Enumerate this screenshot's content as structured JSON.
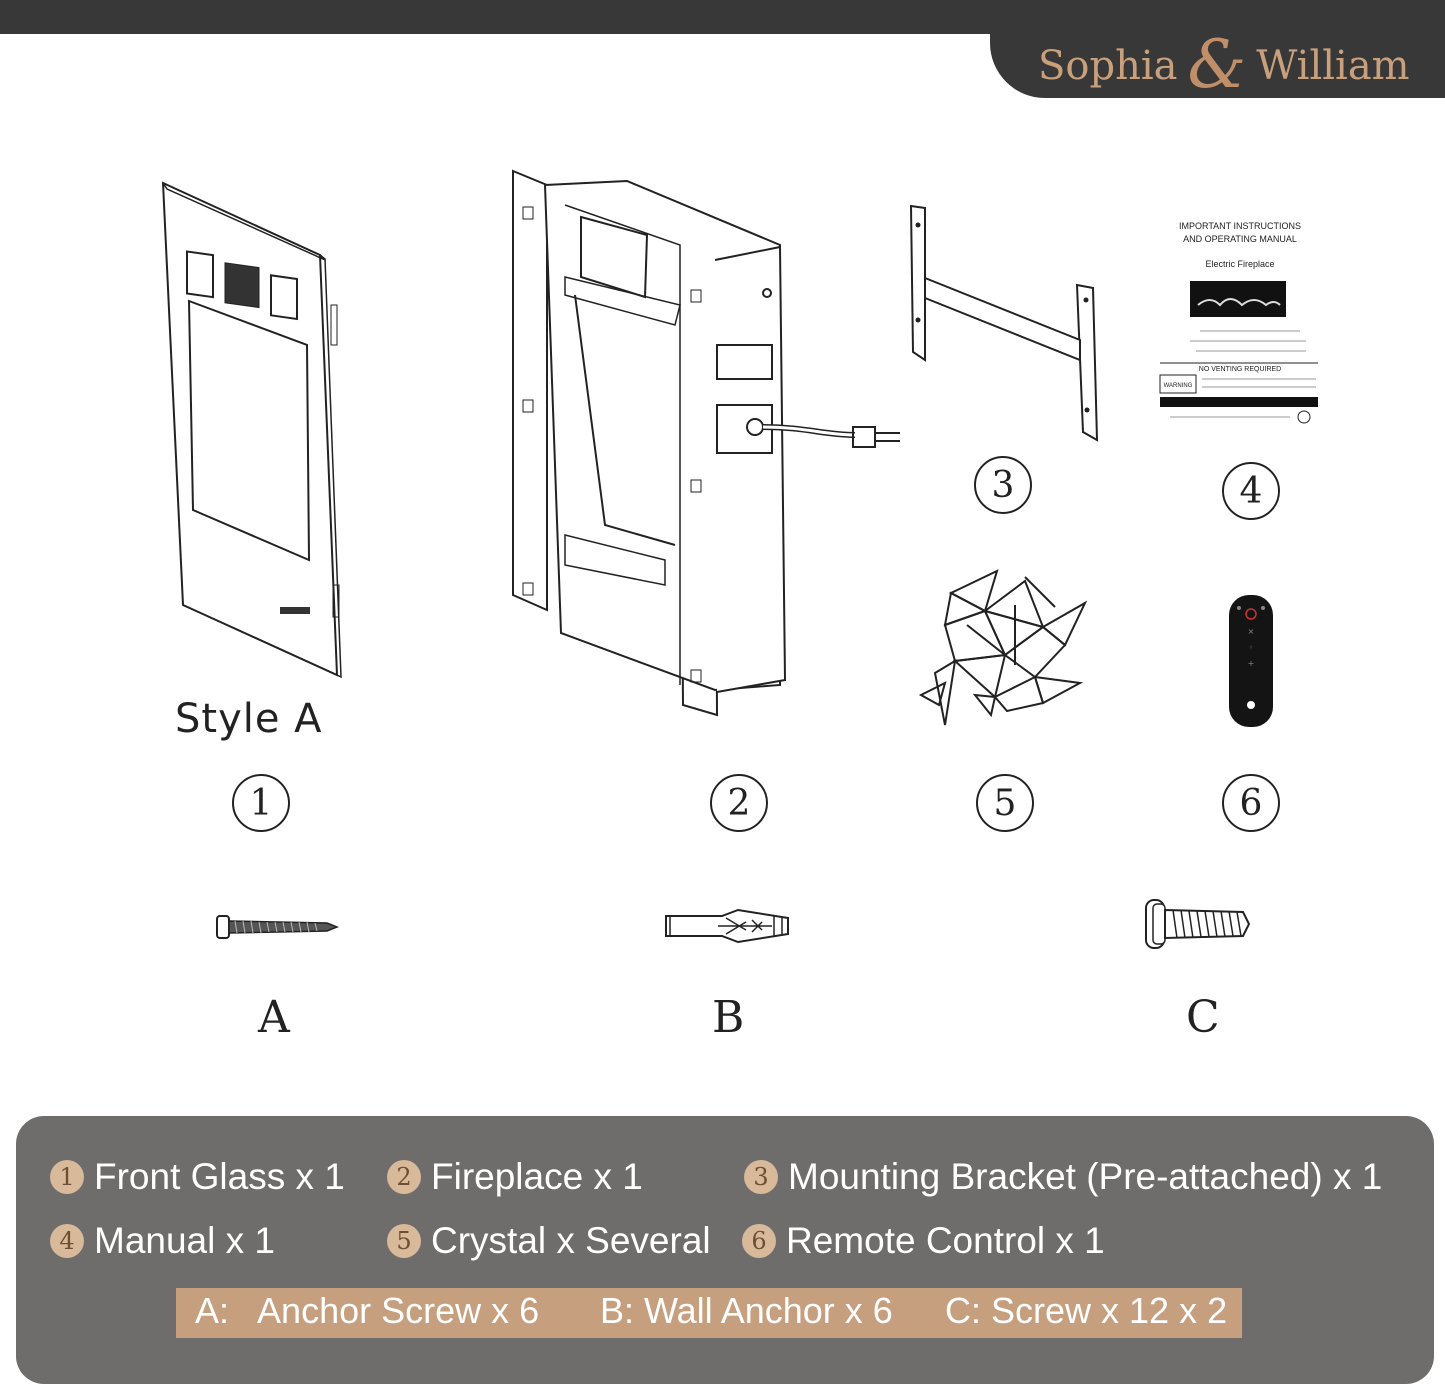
{
  "brand": {
    "left": "Sophia",
    "amp": "&",
    "right": "William"
  },
  "figure1": {
    "style_label": "Style A",
    "number": "1"
  },
  "figure2": {
    "number": "2"
  },
  "figure3": {
    "number": "3"
  },
  "figure4": {
    "number": "4",
    "manual_title1": "IMPORTANT INSTRUCTIONS",
    "manual_title2": "AND OPERATING MANUAL",
    "manual_subtitle": "Electric Fireplace",
    "manual_notice": "NO VENTING REQUIRED",
    "manual_warning": "WARNING"
  },
  "figure5": {
    "number": "5"
  },
  "figure6": {
    "number": "6"
  },
  "hardware": {
    "a_label": "A",
    "b_label": "B",
    "c_label": "C"
  },
  "legend": {
    "items": [
      {
        "marker": "1",
        "text": "Front Glass x 1"
      },
      {
        "marker": "2",
        "text": "Fireplace x 1"
      },
      {
        "marker": "3",
        "text": "Mounting Bracket (Pre-attached) x 1"
      },
      {
        "marker": "4",
        "text": "Manual x 1"
      },
      {
        "marker": "5",
        "text": "Crystal x Several"
      },
      {
        "marker": "6",
        "text": "Remote Control x 1"
      }
    ],
    "hardware": [
      {
        "text": "A:   Anchor Screw x 6"
      },
      {
        "text": "B: Wall Anchor x 6"
      },
      {
        "text": "C: Screw x 12 x 2"
      }
    ]
  },
  "colors": {
    "header": "#383838",
    "brand": "#c9a07c",
    "panel": "#6e6d6c",
    "accent": "#c59f7e"
  }
}
